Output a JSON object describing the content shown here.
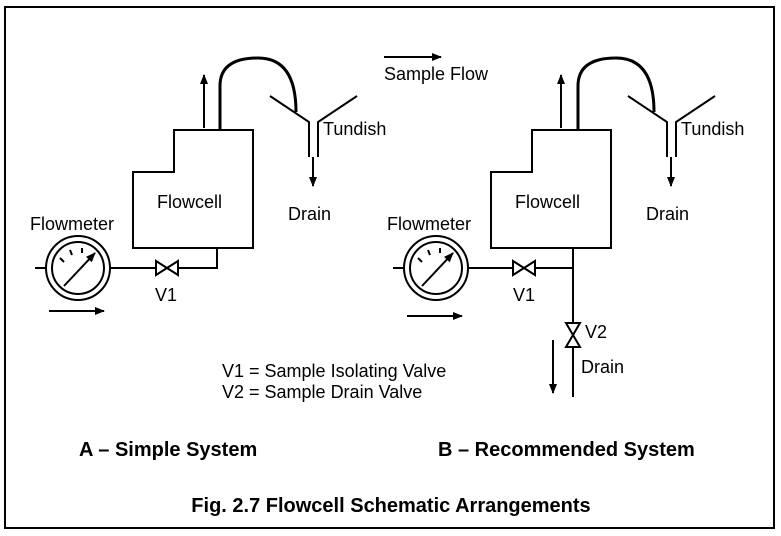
{
  "labels": {
    "sample_flow": "Sample Flow",
    "tundish_a": "Tundish",
    "tundish_b": "Tundish",
    "drain_a": "Drain",
    "drain_b": "Drain",
    "drain_v2": "Drain",
    "flowcell_a": "Flowcell",
    "flowcell_b": "Flowcell",
    "flowmeter_a": "Flowmeter",
    "flowmeter_b": "Flowmeter",
    "v1_a": "V1",
    "v1_b": "V1",
    "v2": "V2"
  },
  "legend": {
    "v1": "V1 = Sample Isolating Valve",
    "v2": "V2 = Sample Drain Valve"
  },
  "captions": {
    "a": "A – Simple System",
    "b": "B – Recommended System",
    "figure": "Fig. 2.7 Flowcell Schematic Arrangements"
  }
}
